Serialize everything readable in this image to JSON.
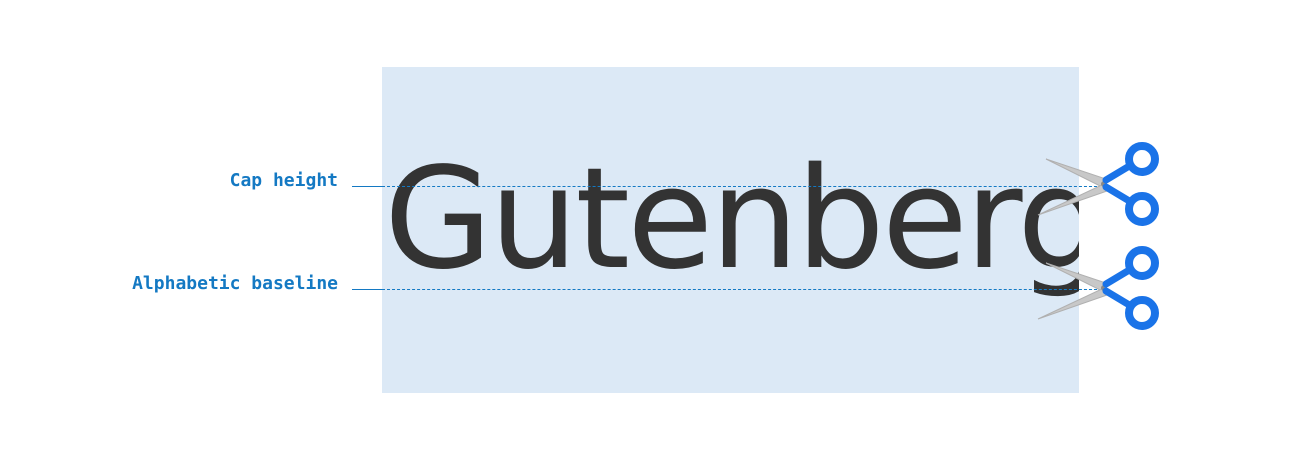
{
  "diagram": {
    "word": "Gutenberg",
    "cap_height_label": "Cap height",
    "baseline_label": "Alphabetic baseline",
    "scissors_icon": "scissors-icon",
    "colors": {
      "panel": "#dce9f6",
      "label": "#1479c3",
      "guide": "#1479c3",
      "text": "#333333",
      "scissors_handle": "#1a73e8",
      "scissors_blade": "#c8c8c8"
    }
  }
}
